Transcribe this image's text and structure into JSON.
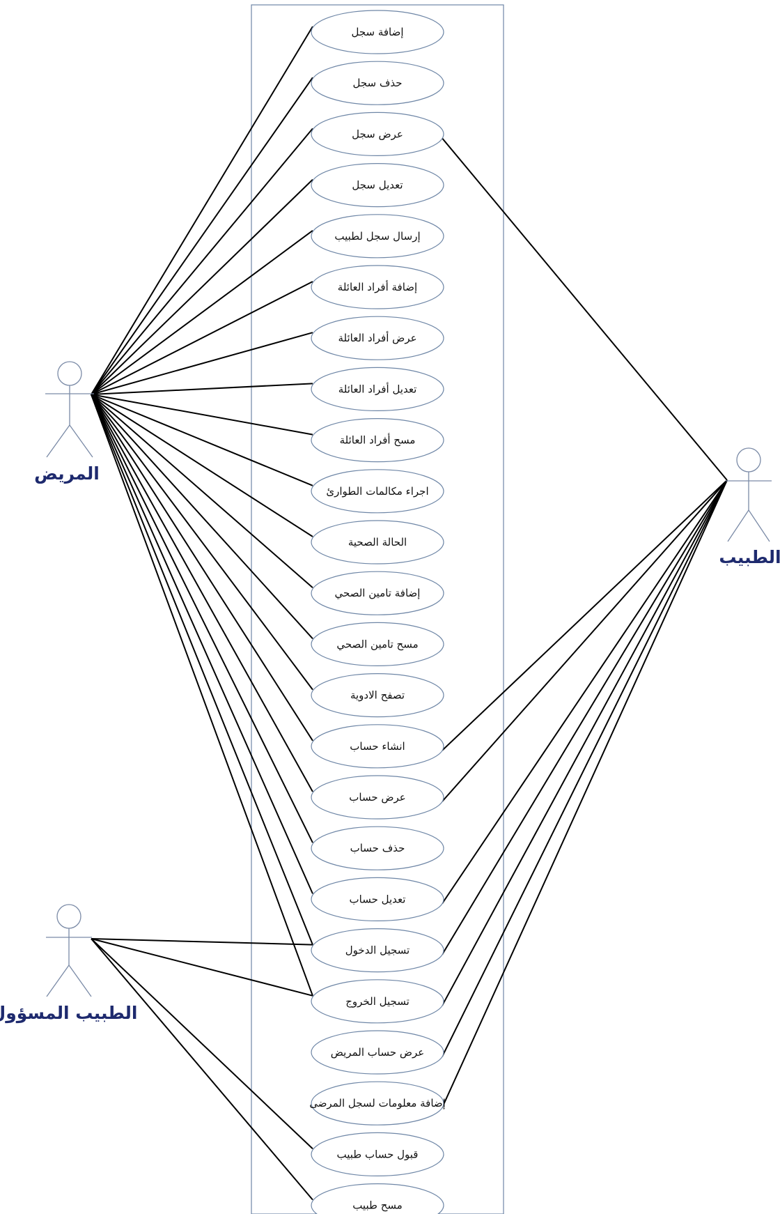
{
  "actors": [
    {
      "id": "patient",
      "label": "المريض"
    },
    {
      "id": "doctor",
      "label": "الطبيب"
    },
    {
      "id": "admin",
      "label": "الطبيب المسؤول"
    }
  ],
  "use_cases": [
    "إضافة سجل",
    "حذف سجل",
    "عرض سجل",
    "تعديل سجل",
    "إرسال سجل لطبيب",
    "إضافة أفراد العائلة",
    "عرض أفراد العائلة",
    "تعديل أفراد العائلة",
    "مسح أفراد العائلة",
    "اجراء مكالمات الطوارئ",
    "الحالة الصحية",
    "إضافة تامين الصحي",
    "مسح تامين الصحي",
    "تصفح الادوية",
    "انشاء حساب",
    "عرض حساب",
    "حذف حساب",
    "تعديل حساب",
    "تسجيل الدخول",
    "تسجيل الخروج",
    "عرض حساب المريض",
    "إضافة معلومات لسجل المرضى",
    "قبول حساب طبيب",
    "مسح طبيب"
  ],
  "associations": {
    "patient": [
      0,
      1,
      2,
      3,
      4,
      5,
      6,
      7,
      8,
      9,
      10,
      11,
      12,
      13,
      14,
      15,
      16,
      17,
      18,
      19
    ],
    "doctor": [
      2,
      14,
      15,
      17,
      18,
      19,
      20,
      21
    ],
    "admin": [
      18,
      19,
      22,
      23
    ]
  },
  "colors": {
    "boundary": "#6e86a6",
    "ellipse": "#6e86a6",
    "actor": "#7a8aa6",
    "line": "#000000",
    "actor_label": "#1e2a6e"
  }
}
